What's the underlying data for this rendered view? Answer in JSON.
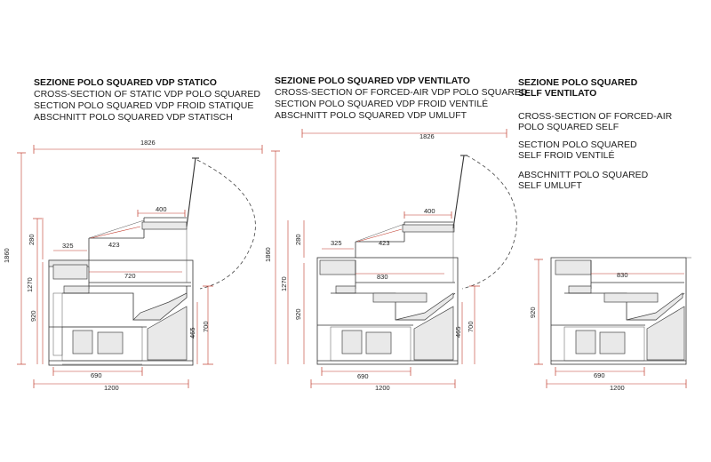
{
  "sections": [
    {
      "title": "SEZIONE POLO SQUARED VDP STATICO",
      "lines": [
        "CROSS-SECTION OF STATIC VDP POLO SQUARED",
        "SECTION POLO SQUARED VDP FROID STATIQUE",
        "ABSCHNITT POLO SQUARED VDP STATISCH"
      ],
      "dims": {
        "total_depth": "1826",
        "glass_depth": "400",
        "shelf_depth": "325",
        "shelf_diag": "423",
        "shelf_gap": "280",
        "inner_depth": "720",
        "height_total": "1860",
        "height_mid": "1270",
        "height_counter": "920",
        "height_front": "465",
        "height_front2": "700",
        "base_depth": "690",
        "width": "1200"
      }
    },
    {
      "title": "SEZIONE POLO SQUARED VDP VENTILATO",
      "lines": [
        "CROSS-SECTION OF FORCED-AIR VDP POLO SQUARED",
        "SECTION POLO SQUARED VDP FROID VENTILÉ",
        "ABSCHNITT POLO SQUARED VDP UMLUFT"
      ],
      "dims": {
        "total_depth": "1826",
        "glass_depth": "400",
        "shelf_depth": "325",
        "shelf_diag": "423",
        "shelf_gap": "280",
        "inner_depth": "830",
        "height_total": "1860",
        "height_mid": "1270",
        "height_counter": "920",
        "height_front": "465",
        "height_front2": "700",
        "base_depth": "690",
        "width": "1200"
      }
    },
    {
      "title_lines": [
        "SEZIONE POLO SQUARED",
        "SELF VENTILATO"
      ],
      "groups": [
        [
          "CROSS-SECTION OF FORCED-AIR",
          "POLO SQUARED SELF"
        ],
        [
          "SECTION POLO SQUARED",
          "SELF FROID VENTILÉ"
        ],
        [
          "ABSCHNITT POLO SQUARED",
          "SELF UMLUFT"
        ]
      ],
      "dims": {
        "inner_depth": "830",
        "height_counter": "920",
        "base_depth": "690",
        "width": "1200"
      }
    }
  ],
  "colors": {
    "dimension": "#c0392b",
    "outline": "#333333",
    "fill": "#e9e9e9"
  }
}
